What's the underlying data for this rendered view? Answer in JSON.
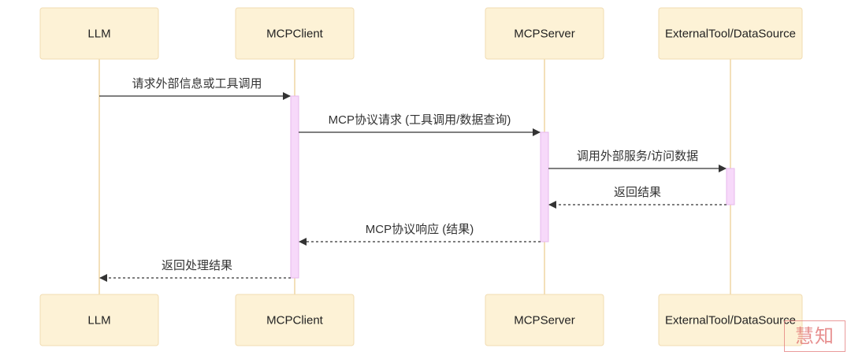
{
  "actors": [
    {
      "id": "llm",
      "label": "LLM"
    },
    {
      "id": "client",
      "label": "MCPClient"
    },
    {
      "id": "server",
      "label": "MCPServer"
    },
    {
      "id": "tool",
      "label": "ExternalTool/DataSource"
    }
  ],
  "messages": [
    {
      "from": "llm",
      "to": "client",
      "label": "请求外部信息或工具调用",
      "style": "solid"
    },
    {
      "from": "client",
      "to": "server",
      "label": "MCP协议请求 (工具调用/数据查询)",
      "style": "solid"
    },
    {
      "from": "server",
      "to": "tool",
      "label": "调用外部服务/访问数据",
      "style": "solid"
    },
    {
      "from": "tool",
      "to": "server",
      "label": "返回结果",
      "style": "dashed"
    },
    {
      "from": "server",
      "to": "client",
      "label": "MCP协议响应 (结果)",
      "style": "dashed"
    },
    {
      "from": "client",
      "to": "llm",
      "label": "返回处理结果",
      "style": "dashed"
    }
  ],
  "activations": [
    {
      "actor": "client",
      "from_message": 0,
      "to_message": 5
    },
    {
      "actor": "server",
      "from_message": 1,
      "to_message": 4
    },
    {
      "actor": "tool",
      "from_message": 2,
      "to_message": 3
    }
  ],
  "colors": {
    "actor_fill": "#fdf2d6",
    "actor_border": "#f1dcb2",
    "lifeline": "#efd6a4",
    "activation_fill": "#f7d9fa",
    "arrow": "#333333"
  },
  "watermark": {
    "text": "慧知"
  }
}
